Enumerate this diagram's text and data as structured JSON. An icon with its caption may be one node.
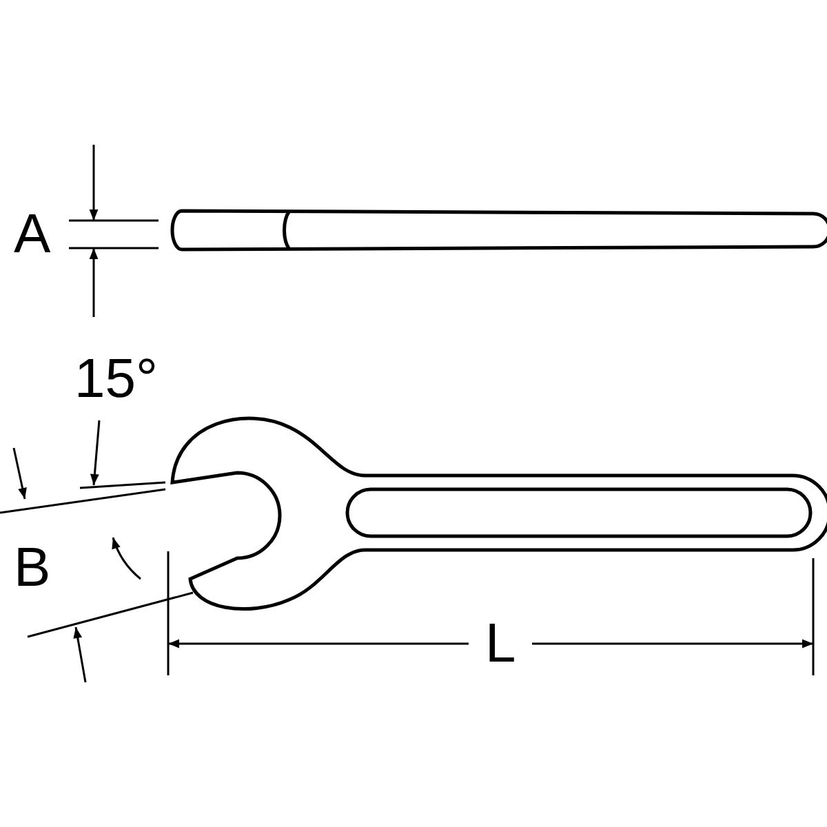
{
  "diagram": {
    "labels": [
      "A",
      "15°",
      "B",
      "L"
    ]
  }
}
